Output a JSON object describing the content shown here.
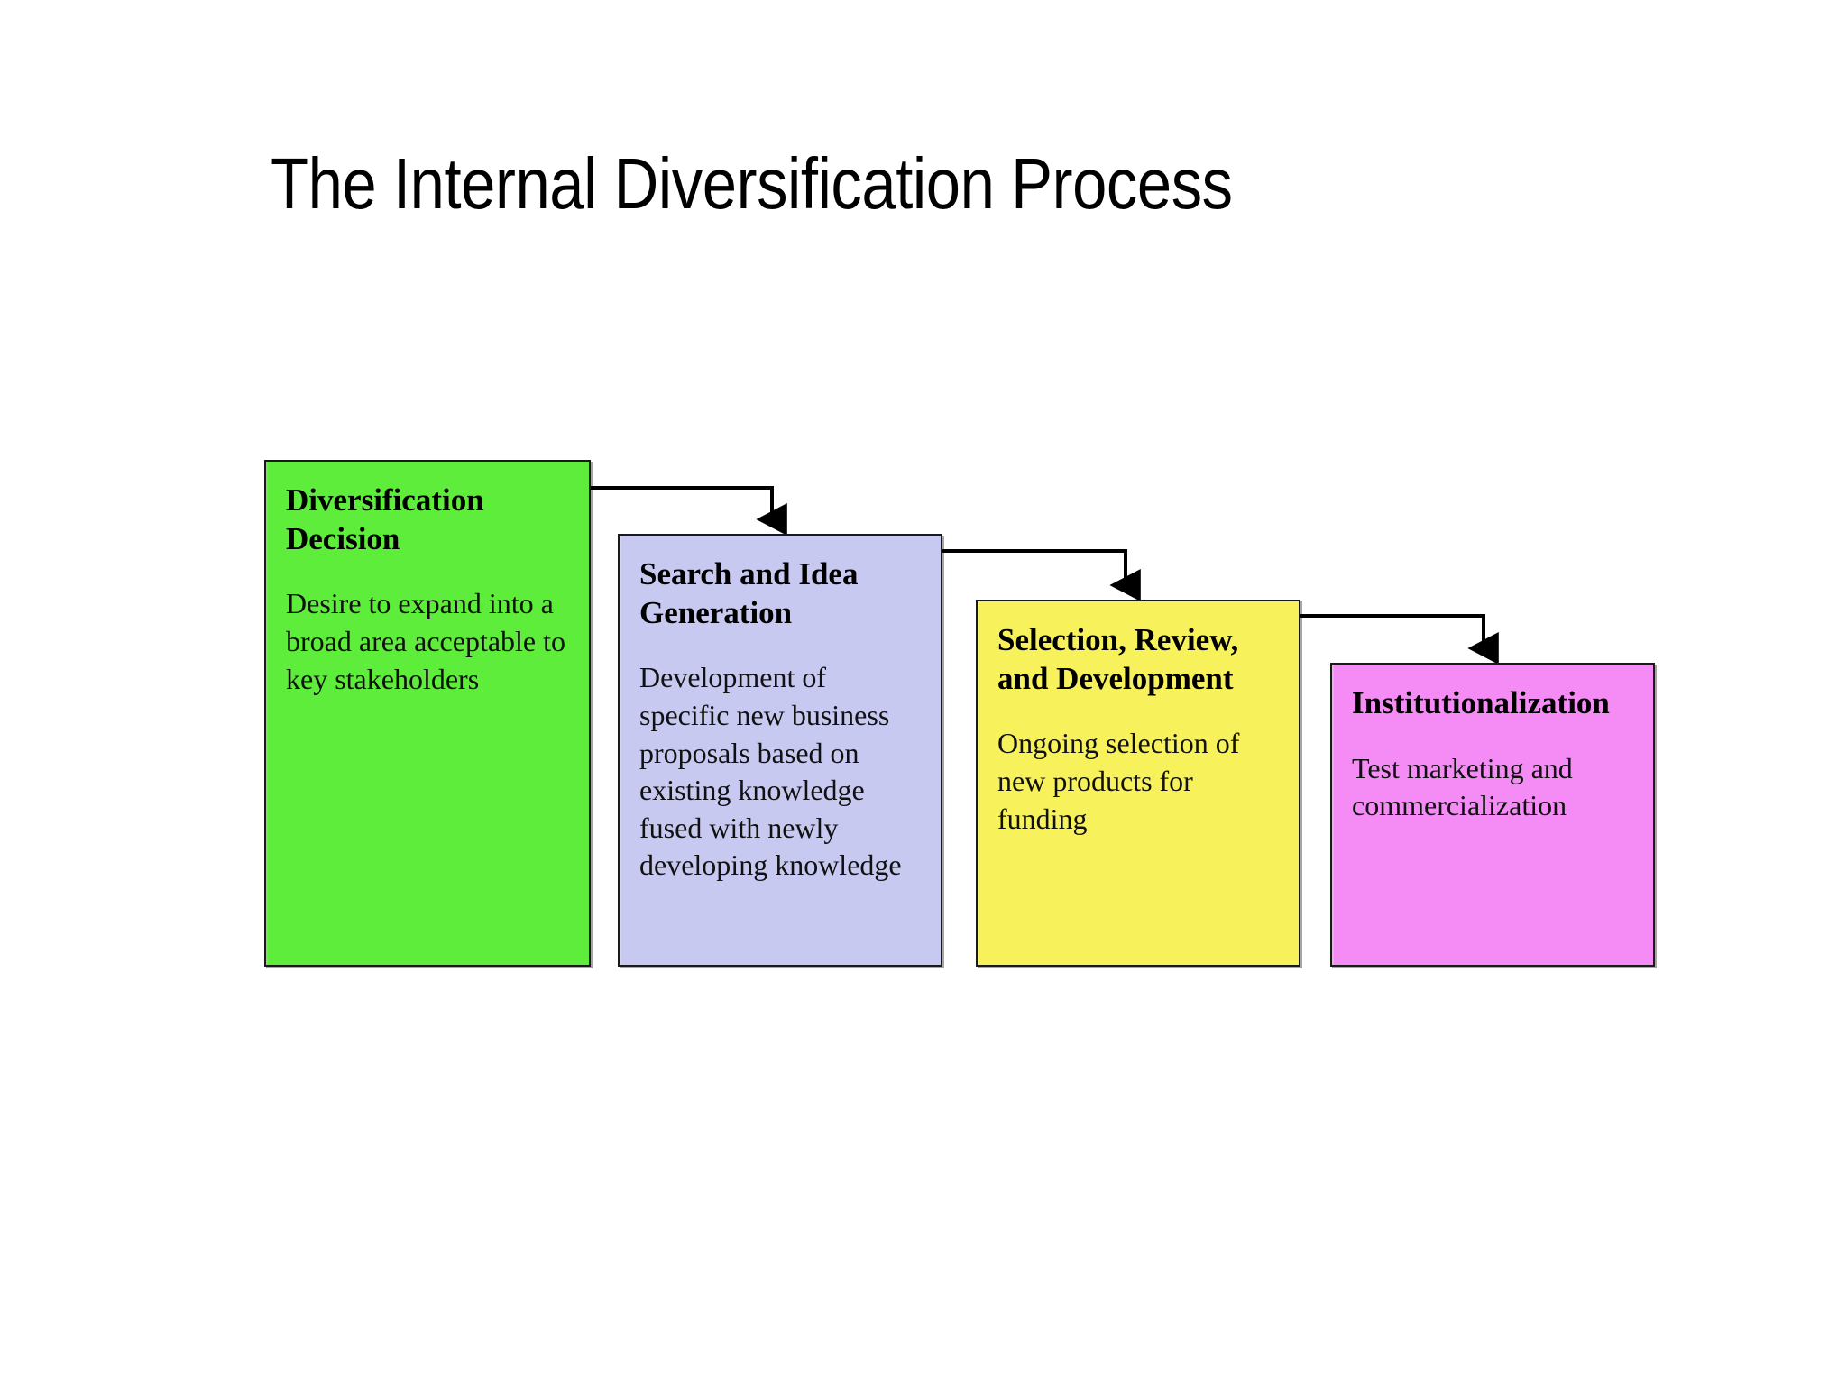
{
  "slide": {
    "title": "The Internal Diversification Process",
    "background_color": "#FFFFFF"
  },
  "diagram": {
    "type": "process-flow",
    "orientation": "left-to-right descending staircase",
    "connector_style": "elbow line with downward arrowhead",
    "connector_color": "#000000",
    "stages": [
      {
        "id": "diversification-decision",
        "index": 1,
        "title": "Diversification Decision",
        "body": "Desire to expand into a broad area acceptable to key stakeholders",
        "fill_color": "#5EED3A",
        "color_name": "green",
        "border_color": "#1A1A1A"
      },
      {
        "id": "search-idea-generation",
        "index": 2,
        "title": "Search and Idea Generation",
        "body": "Development of specific new business proposals based on existing knowledge fused with newly developing knowledge",
        "fill_color": "#C7C9F0",
        "color_name": "lavender",
        "border_color": "#1A1A1A"
      },
      {
        "id": "selection-review-development",
        "index": 3,
        "title": "Selection, Review, and Development",
        "body": "Ongoing selection of new products for funding",
        "fill_color": "#F7F25C",
        "color_name": "yellow",
        "border_color": "#1A1A1A"
      },
      {
        "id": "institutionalization",
        "index": 4,
        "title": "Institutionalization",
        "body": "Test marketing and commercialization",
        "fill_color": "#F58CF5",
        "color_name": "pink",
        "border_color": "#1A1A1A"
      }
    ],
    "connections": [
      {
        "from": "diversification-decision",
        "to": "search-idea-generation"
      },
      {
        "from": "search-idea-generation",
        "to": "selection-review-development"
      },
      {
        "from": "selection-review-development",
        "to": "institutionalization"
      }
    ]
  }
}
